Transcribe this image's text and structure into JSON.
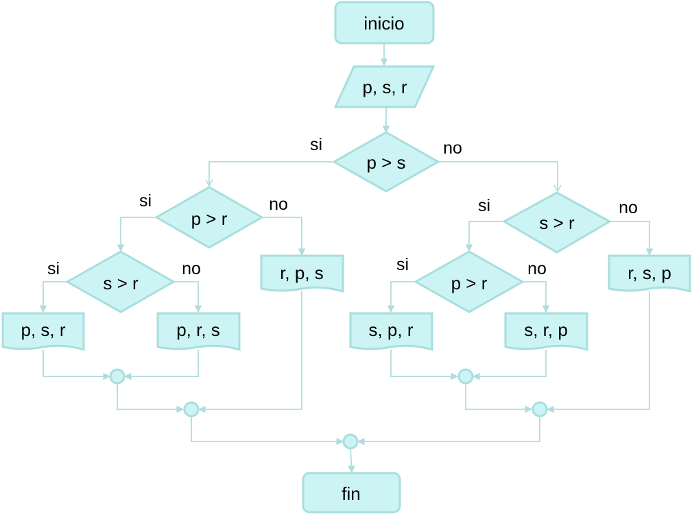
{
  "flowchart": {
    "start": "inicio",
    "input": "p, s, r",
    "end": "fin",
    "conditions": {
      "root": {
        "text": "p > s",
        "yes": "si",
        "no": "no"
      },
      "left": {
        "text": "p > r",
        "yes": "si",
        "no": "no"
      },
      "left_left": {
        "text": "s > r",
        "yes": "si",
        "no": "no"
      },
      "right": {
        "text": "s > r",
        "yes": "si",
        "no": "no"
      },
      "right_left": {
        "text": "p > r",
        "yes": "si",
        "no": "no"
      }
    },
    "outputs": {
      "o1": "p, s, r",
      "o2": "p, r, s",
      "o3": "r, p, s",
      "o4": "s, p, r",
      "o5": "s, r, p",
      "o6": "r, s, p"
    }
  },
  "colors": {
    "fill": "#ccf4f4",
    "stroke": "#a8dede",
    "line": "#b0dcdc",
    "text": "#000000",
    "background": "#ffffff"
  }
}
